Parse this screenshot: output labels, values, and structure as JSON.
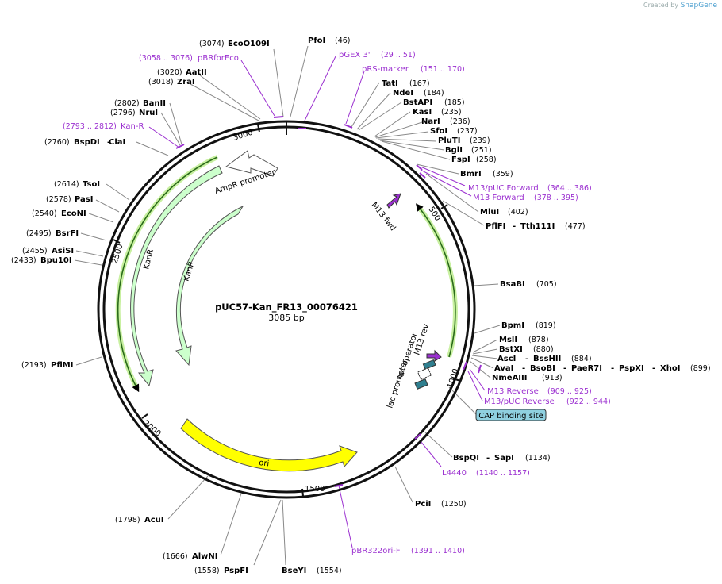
{
  "credit": {
    "prefix": "Created by",
    "brand": "SnapGene"
  },
  "plasmid": {
    "name": "pUC57-Kan_FR13_00076421",
    "size_label": "3085 bp",
    "length": 3085
  },
  "ticks": [
    "500",
    "1000",
    "1500",
    "2000",
    "2500",
    "3000"
  ],
  "features": [
    {
      "name": "KanR",
      "kind": "cds"
    },
    {
      "name": "KanR",
      "kind": "cds"
    },
    {
      "name": "AmpR promoter",
      "kind": "promoter"
    },
    {
      "name": "ori",
      "kind": "rep_origin"
    },
    {
      "name": "M13 fwd",
      "kind": "primer_bind"
    },
    {
      "name": "M13 rev",
      "kind": "primer_bind"
    },
    {
      "name": "lac operator",
      "kind": "protein_bind"
    },
    {
      "name": "lac promoter",
      "kind": "promoter"
    },
    {
      "name": "CAP binding site",
      "kind": "protein_bind"
    }
  ],
  "enzymes": [
    {
      "pos": "(3074)",
      "name": "EcoO109I"
    },
    {
      "pos": "(46)",
      "name": "PfoI"
    },
    {
      "pos": "(3020)",
      "name": "AatII"
    },
    {
      "pos": "(3018)",
      "name": "ZraI"
    },
    {
      "pos": "(167)",
      "name": "TatI"
    },
    {
      "pos": "(184)",
      "name": "NdeI"
    },
    {
      "pos": "(185)",
      "name": "BstAPI"
    },
    {
      "pos": "(235)",
      "name": "KasI"
    },
    {
      "pos": "(236)",
      "name": "NarI"
    },
    {
      "pos": "(237)",
      "name": "SfoI"
    },
    {
      "pos": "(239)",
      "name": "PluTI"
    },
    {
      "pos": "(251)",
      "name": "BglI"
    },
    {
      "pos": "(258)",
      "name": "FspI"
    },
    {
      "pos": "(359)",
      "name": "BmrI"
    },
    {
      "pos": "(402)",
      "name": "MluI"
    },
    {
      "pos": "(477)",
      "name": "PflFI",
      "name2": "Tth111I"
    },
    {
      "pos": "(705)",
      "name": "BsaBI"
    },
    {
      "pos": "(819)",
      "name": "BpmI"
    },
    {
      "pos": "(878)",
      "name": "MslI"
    },
    {
      "pos": "(880)",
      "name": "BstXI"
    },
    {
      "pos": "(884)",
      "name": "AscI",
      "name2": "BssHII"
    },
    {
      "pos": "(899)",
      "name": "AvaI",
      "name2": "BsoBI",
      "name3": "PaeR7I",
      "name4": "PspXI",
      "name5": "XhoI"
    },
    {
      "pos": "(913)",
      "name": "NmeAIII"
    },
    {
      "pos": "(1134)",
      "name": "BspQI",
      "name2": "SapI"
    },
    {
      "pos": "(1250)",
      "name": "PciI"
    },
    {
      "pos": "(1554)",
      "name": "BseYI"
    },
    {
      "pos": "(1558)",
      "name": "PspFI"
    },
    {
      "pos": "(1666)",
      "name": "AlwNI"
    },
    {
      "pos": "(1798)",
      "name": "AcuI"
    },
    {
      "pos": "(2193)",
      "name": "PflMI"
    },
    {
      "pos": "(2433)",
      "name": "Bpu10I"
    },
    {
      "pos": "(2455)",
      "name": "AsiSI"
    },
    {
      "pos": "(2495)",
      "name": "BsrFI"
    },
    {
      "pos": "(2540)",
      "name": "EcoNI"
    },
    {
      "pos": "(2578)",
      "name": "PasI"
    },
    {
      "pos": "(2614)",
      "name": "TsoI"
    },
    {
      "pos": "(2760)",
      "name": "BspDI",
      "name2": "ClaI"
    },
    {
      "pos": "(2796)",
      "name": "NruI"
    },
    {
      "pos": "(2802)",
      "name": "BanII"
    }
  ],
  "primers": [
    {
      "name": "pBRforEco",
      "range": "(3058 .. 3076)"
    },
    {
      "name": "pGEX 3'",
      "range": "(29 .. 51)"
    },
    {
      "name": "pRS-marker",
      "range": "(151 .. 170)"
    },
    {
      "name": "M13/pUC Forward",
      "range": "(364 .. 386)"
    },
    {
      "name": "M13 Forward",
      "range": "(378 .. 395)"
    },
    {
      "name": "M13 Reverse",
      "range": "(909 .. 925)"
    },
    {
      "name": "M13/pUC Reverse",
      "range": "(922 .. 944)"
    },
    {
      "name": "L4440",
      "range": "(1140 .. 1157)"
    },
    {
      "name": "pBR322ori-F",
      "range": "(1391 .. 1410)"
    },
    {
      "name": "Kan-R",
      "range": "(2793 .. 2812)"
    }
  ],
  "colors": {
    "kanr": "#ccffcc",
    "ori": "#ffff00",
    "promoter": "#ffffff",
    "primer": "#9b30d0",
    "lac": "#2f7f8f",
    "cap": "#8fd0e0",
    "highlight": "#c8f0a0"
  }
}
